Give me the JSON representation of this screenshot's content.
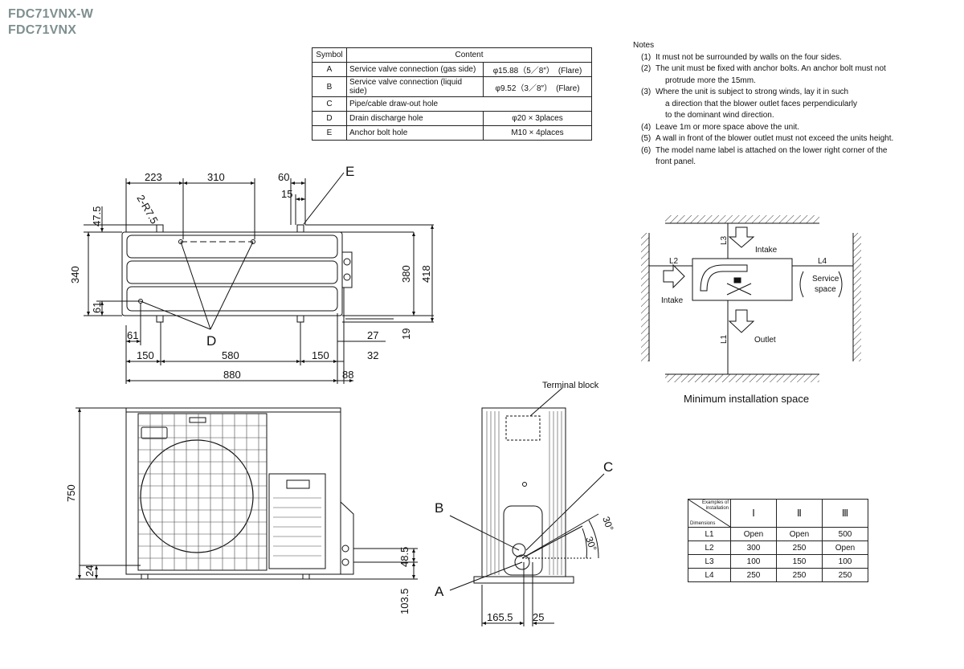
{
  "models": [
    "FDC71VNX-W",
    "FDC71VNX"
  ],
  "spec_table": {
    "headers": [
      "Symbol",
      "Content"
    ],
    "rows": [
      {
        "symbol": "A",
        "content": "Service valve connection (gas side)",
        "value": "φ15.88（5／8″）　(Flare)"
      },
      {
        "symbol": "B",
        "content": "Service valve connection (liquid side)",
        "value": "φ9.52（3／8″）　(Flare)"
      },
      {
        "symbol": "C",
        "content": "Pipe/cable draw-out hole",
        "value": ""
      },
      {
        "symbol": "D",
        "content": "Drain discharge hole",
        "value": "φ20 × 3places"
      },
      {
        "symbol": "E",
        "content": "Anchor bolt hole",
        "value": "M10 × 4places"
      }
    ]
  },
  "notes": {
    "title": "Notes",
    "items": [
      {
        "num": "(1)",
        "lines": [
          "It must not be surrounded by walls on the four sides."
        ]
      },
      {
        "num": "(2)",
        "lines": [
          "The unit must be fixed with anchor bolts. An anchor bolt must not",
          "protrude more the 15mm."
        ]
      },
      {
        "num": "(3)",
        "lines": [
          "Where the unit is subject to strong winds, lay it in such",
          "a direction that the blower outlet faces perpendicularly",
          "to the dominant wind direction."
        ]
      },
      {
        "num": "(4)",
        "lines": [
          "Leave 1m or more space above the unit."
        ]
      },
      {
        "num": "(5)",
        "lines": [
          "A wall in front of the blower outlet must not exceed the units height."
        ]
      },
      {
        "num": "(6)",
        "lines": [
          "The model name label is attached on the lower right corner of the",
          "front panel."
        ]
      }
    ]
  },
  "top_view": {
    "dims": {
      "d223": "223",
      "d310": "310",
      "d60": "60",
      "d15": "15",
      "r": "2-R7.5",
      "d47_5": "47.5",
      "d340": "340",
      "d61_left": "61",
      "d380": "380",
      "d418": "418",
      "d61_bottom": "61",
      "d27": "27",
      "d19": "19",
      "d150_left": "150",
      "d580": "580",
      "d150_right": "150",
      "d32": "32",
      "d880": "880",
      "d88": "88"
    },
    "labels": {
      "E": "E",
      "D": "D"
    }
  },
  "front_view": {
    "dims": {
      "d750": "750",
      "d24": "24",
      "d48_5": "48.5",
      "d103_5": "103.5"
    }
  },
  "side_view": {
    "dims": {
      "d165_5": "165.5",
      "d25": "25",
      "angle1": "30°",
      "angle2": "30°"
    },
    "labels": {
      "A": "A",
      "B": "B",
      "C": "C",
      "terminal_block": "Terminal block"
    }
  },
  "installation": {
    "labels": {
      "L1": "L1",
      "L2": "L2",
      "L3": "L3",
      "L4": "L4",
      "intake_top": "Intake",
      "intake_left": "Intake",
      "outlet": "Outlet",
      "service_1": "Service",
      "service_2": "space"
    },
    "title": "Minimum installation space"
  },
  "dims_table": {
    "header_top": "Examples of",
    "header_mid": "installation",
    "header_bottom": "Dimensions",
    "columns": [
      "Ⅰ",
      "Ⅱ",
      "Ⅲ"
    ],
    "rows": [
      {
        "label": "L1",
        "values": [
          "Open",
          "Open",
          "500"
        ]
      },
      {
        "label": "L2",
        "values": [
          "300",
          "250",
          "Open"
        ]
      },
      {
        "label": "L3",
        "values": [
          "100",
          "150",
          "100"
        ]
      },
      {
        "label": "L4",
        "values": [
          "250",
          "250",
          "250"
        ]
      }
    ]
  }
}
